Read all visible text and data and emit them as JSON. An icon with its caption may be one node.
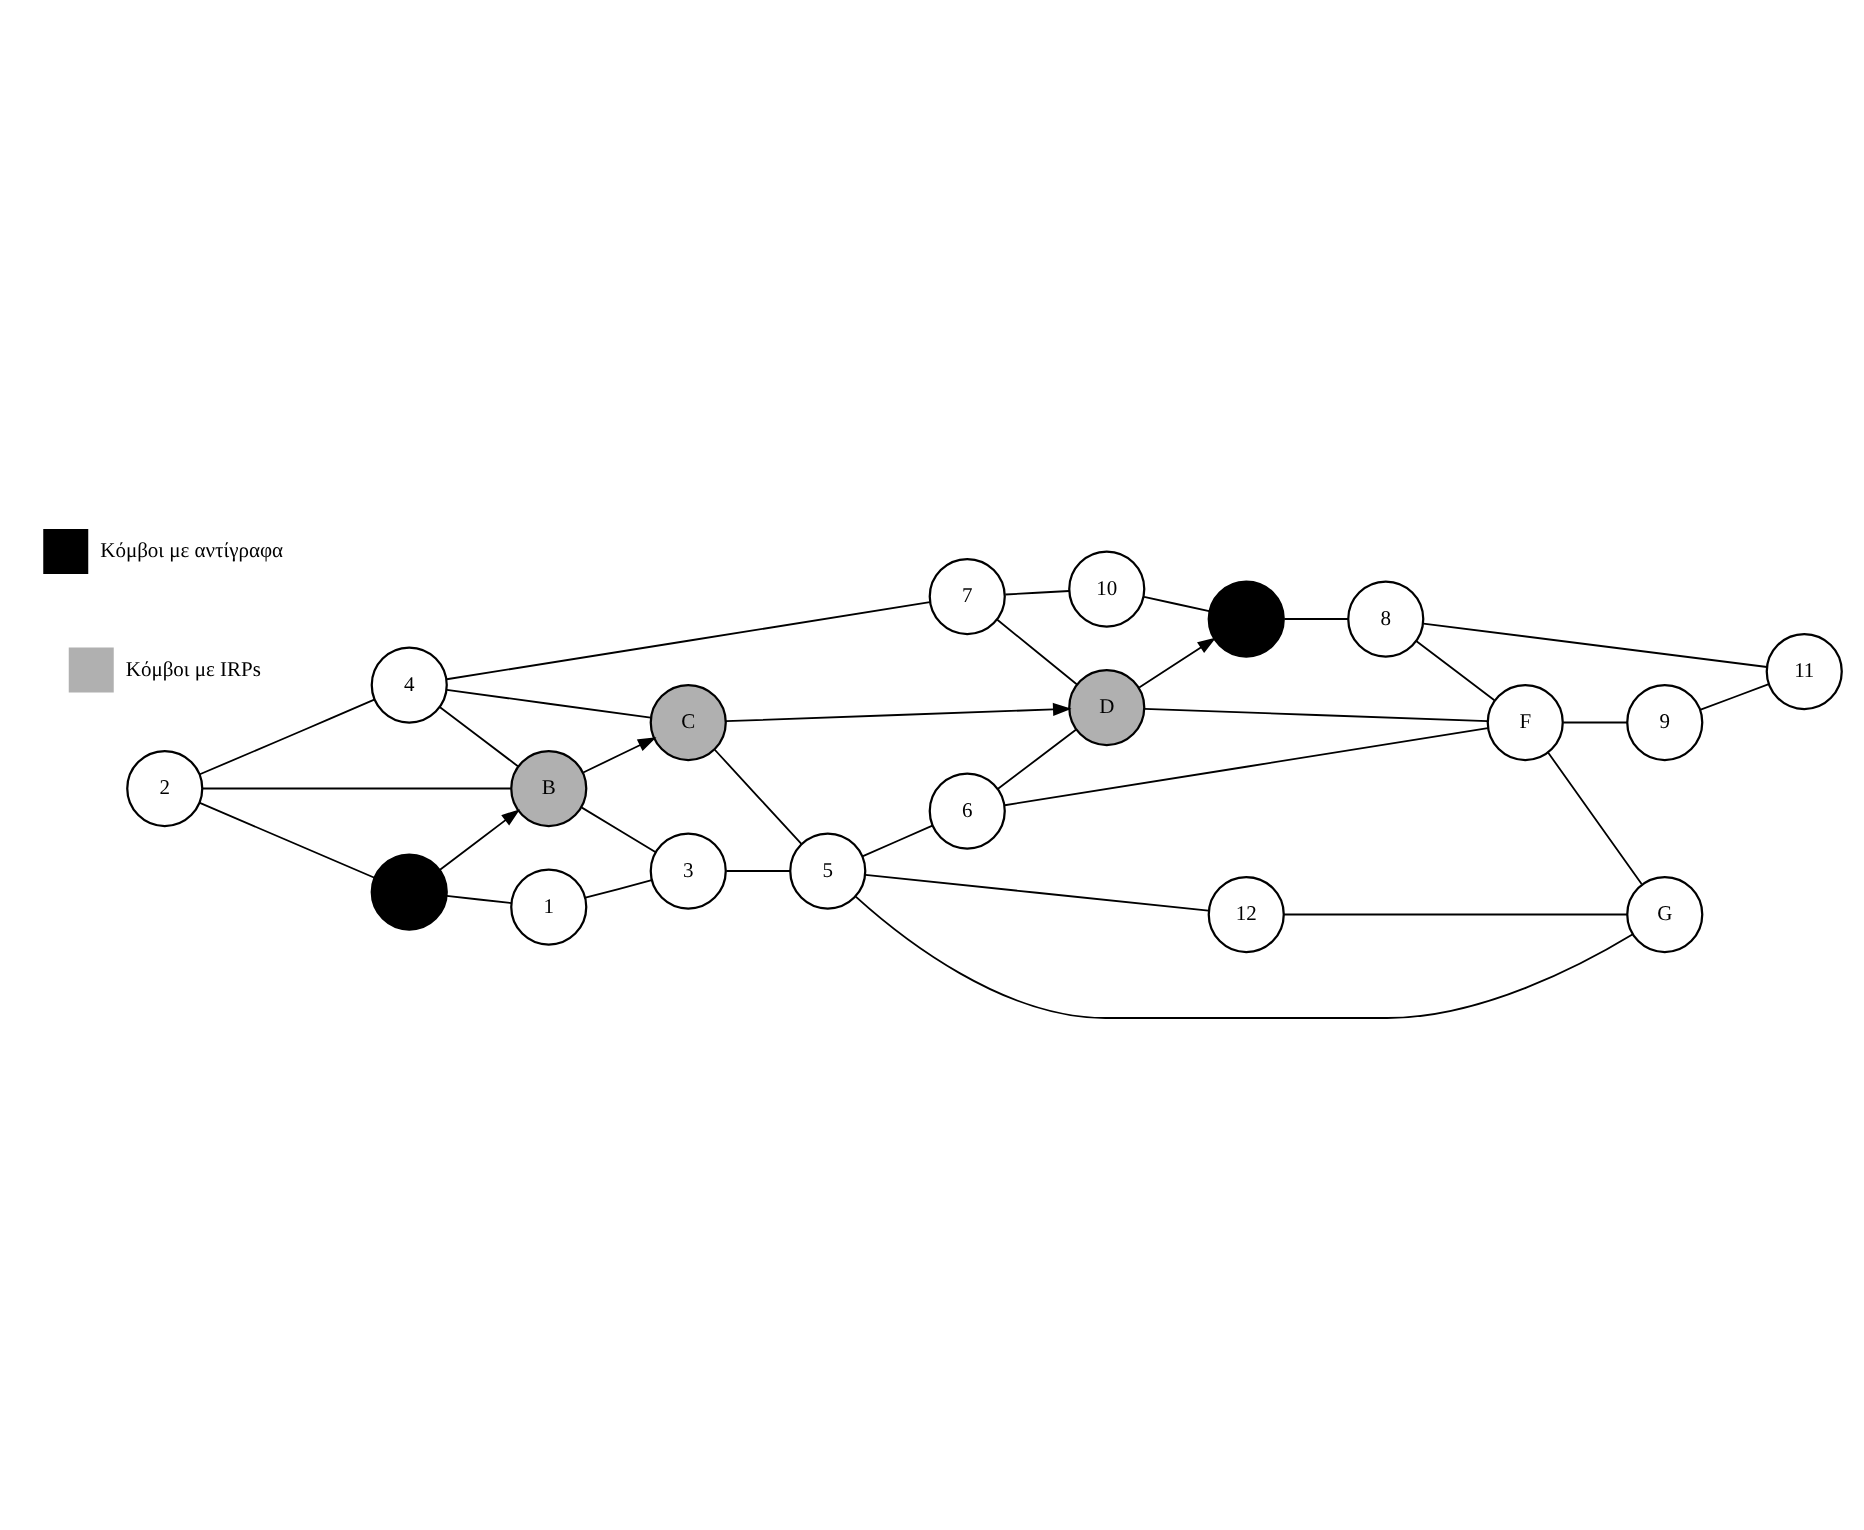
{
  "diagram": {
    "nodes": [
      {
        "text": [
          "10"
        ]
      },
      {
        "text": [
          "7"
        ]
      },
      {
        "text": [
          "2"
        ]
      },
      {
        "text": [
          "4"
        ]
      },
      {
        "text": [],
        "shape": "circle"
      },
      {
        "text": [
          "D"
        ]
      },
      {
        "text": [
          "B"
        ]
      },
      {
        "text": [
          "C"
        ]
      },
      {
        "text": [
          "8"
        ]
      },
      {
        "text": [],
        "shape": "circle"
      },
      {
        "text": [
          "6"
        ]
      },
      {
        "text": [
          "5"
        ]
      },
      {
        "text": [
          "F"
        ]
      },
      {
        "text": [
          "11"
        ]
      },
      {
        "text": [
          "3"
        ]
      },
      {
        "text": [
          "1"
        ]
      },
      {
        "text": [
          "9"
        ]
      },
      {
        "text": [
          "12"
        ]
      },
      {
        "text": [
          "G"
        ]
      }
    ],
    "edges": [
      {
        "from": 2,
        "to": 3,
        "arrow": "none"
      },
      {
        "from": 2,
        "to": 9,
        "arrow": "none"
      },
      {
        "from": 2,
        "to": 6,
        "arrow": "none"
      },
      {
        "from": 3,
        "to": 1,
        "arrow": "none"
      },
      {
        "from": 1,
        "to": 0,
        "arrow": "none"
      },
      {
        "from": 0,
        "to": 4,
        "arrow": "none"
      },
      {
        "from": 3,
        "to": 6,
        "arrow": "none"
      },
      {
        "from": 3,
        "to": 7,
        "arrow": "none"
      },
      {
        "from": 1,
        "to": 5,
        "arrow": "none"
      },
      {
        "from": 9,
        "to": 6,
        "arrow": "to"
      },
      {
        "from": 6,
        "to": 7,
        "arrow": "to"
      },
      {
        "from": 7,
        "to": 5,
        "arrow": "to"
      },
      {
        "from": 5,
        "to": 4,
        "arrow": "to"
      },
      {
        "from": 9,
        "to": 15,
        "arrow": "none"
      },
      {
        "from": 15,
        "to": 14,
        "arrow": "none"
      },
      {
        "from": 6,
        "to": 14,
        "arrow": "none"
      },
      {
        "from": 14,
        "to": 11,
        "arrow": "none"
      },
      {
        "from": 7,
        "to": 11,
        "arrow": "none"
      },
      {
        "from": 11,
        "to": 10,
        "arrow": "none"
      },
      {
        "from": 10,
        "to": 5,
        "arrow": "none"
      },
      {
        "from": 5,
        "to": 12,
        "arrow": "none"
      },
      {
        "from": 10,
        "to": 12,
        "arrow": "none"
      },
      {
        "from": 4,
        "to": 8,
        "arrow": "none"
      },
      {
        "from": 8,
        "to": 12,
        "arrow": "none"
      },
      {
        "from": 8,
        "to": 13,
        "arrow": "none"
      },
      {
        "from": 12,
        "to": 16,
        "arrow": "none"
      },
      {
        "from": 16,
        "to": 13,
        "arrow": "none"
      },
      {
        "from": 11,
        "to": 17,
        "arrow": "none"
      },
      {
        "from": 11,
        "to": 18,
        "arrow": "none"
      },
      {
        "from": 17,
        "to": 18,
        "arrow": "none"
      },
      {
        "from": 12,
        "to": 18,
        "arrow": "none"
      }
    ],
    "legend": [
      {
        "text": "Κόμβοι με αντίγραφα",
        "color": "#000000"
      },
      {
        "text": "Κόμβοι με IRPs",
        "color": "#b0b0b0"
      }
    ]
  }
}
